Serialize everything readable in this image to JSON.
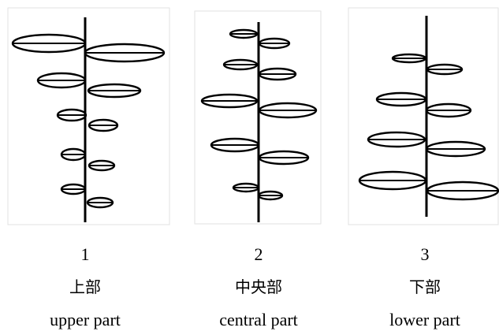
{
  "figure": {
    "panels": [
      {
        "number": "1",
        "chinese": "上部",
        "english": "upper part"
      },
      {
        "number": "2",
        "chinese": "中央部",
        "english": "central part"
      },
      {
        "number": "3",
        "chinese": "下部",
        "english": "lower part"
      }
    ]
  }
}
